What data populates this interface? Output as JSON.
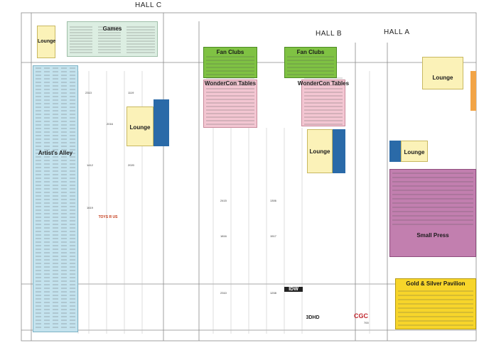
{
  "colors": {
    "lounge": "#fbf2b8",
    "artists_alley": "#c4e3ee",
    "games": "#dceee2",
    "fan_clubs": "#7fc243",
    "wondercon_tables": "#f3c6d2",
    "small_press": "#c27faf",
    "gold_silver": "#f7d52a",
    "divider": "#2a6aa8",
    "orange_strip": "#f2a446",
    "grid_line": "#9a9a9a"
  },
  "halls": {
    "hall_c": "HALL C",
    "hall_b": "HALL B",
    "hall_a": "HALL A"
  },
  "zones": {
    "lounge_top_left": "Lounge",
    "games": "Games",
    "artists_alley": "Artist's Alley",
    "lounge_hall_c": "Lounge",
    "fan_clubs_1": "Fan Clubs",
    "fan_clubs_2": "Fan Clubs",
    "wondercon_tables_1": "WonderCon Tables",
    "wondercon_tables_2": "WonderCon Tables",
    "lounge_hall_b": "Lounge",
    "lounge_hall_a_top": "Lounge",
    "lounge_hall_a": "Lounge",
    "small_press": "Small Press",
    "gold_silver_pavilion": "Gold & Silver Pavilion"
  },
  "booth_labels": {
    "b1": "2313",
    "b2": "1119",
    "b3": "2016",
    "b4": "1412",
    "b5": "2020",
    "b6": "1619",
    "b7": "2415",
    "b8": "1306",
    "b9": "1816",
    "b10": "1517",
    "b11": "2310",
    "b12": "1208",
    "b13": "700"
  },
  "logos": {
    "cgc": "CGC",
    "idw": "IDW",
    "threedh": "3DHD",
    "toys": "TOYS R US"
  }
}
